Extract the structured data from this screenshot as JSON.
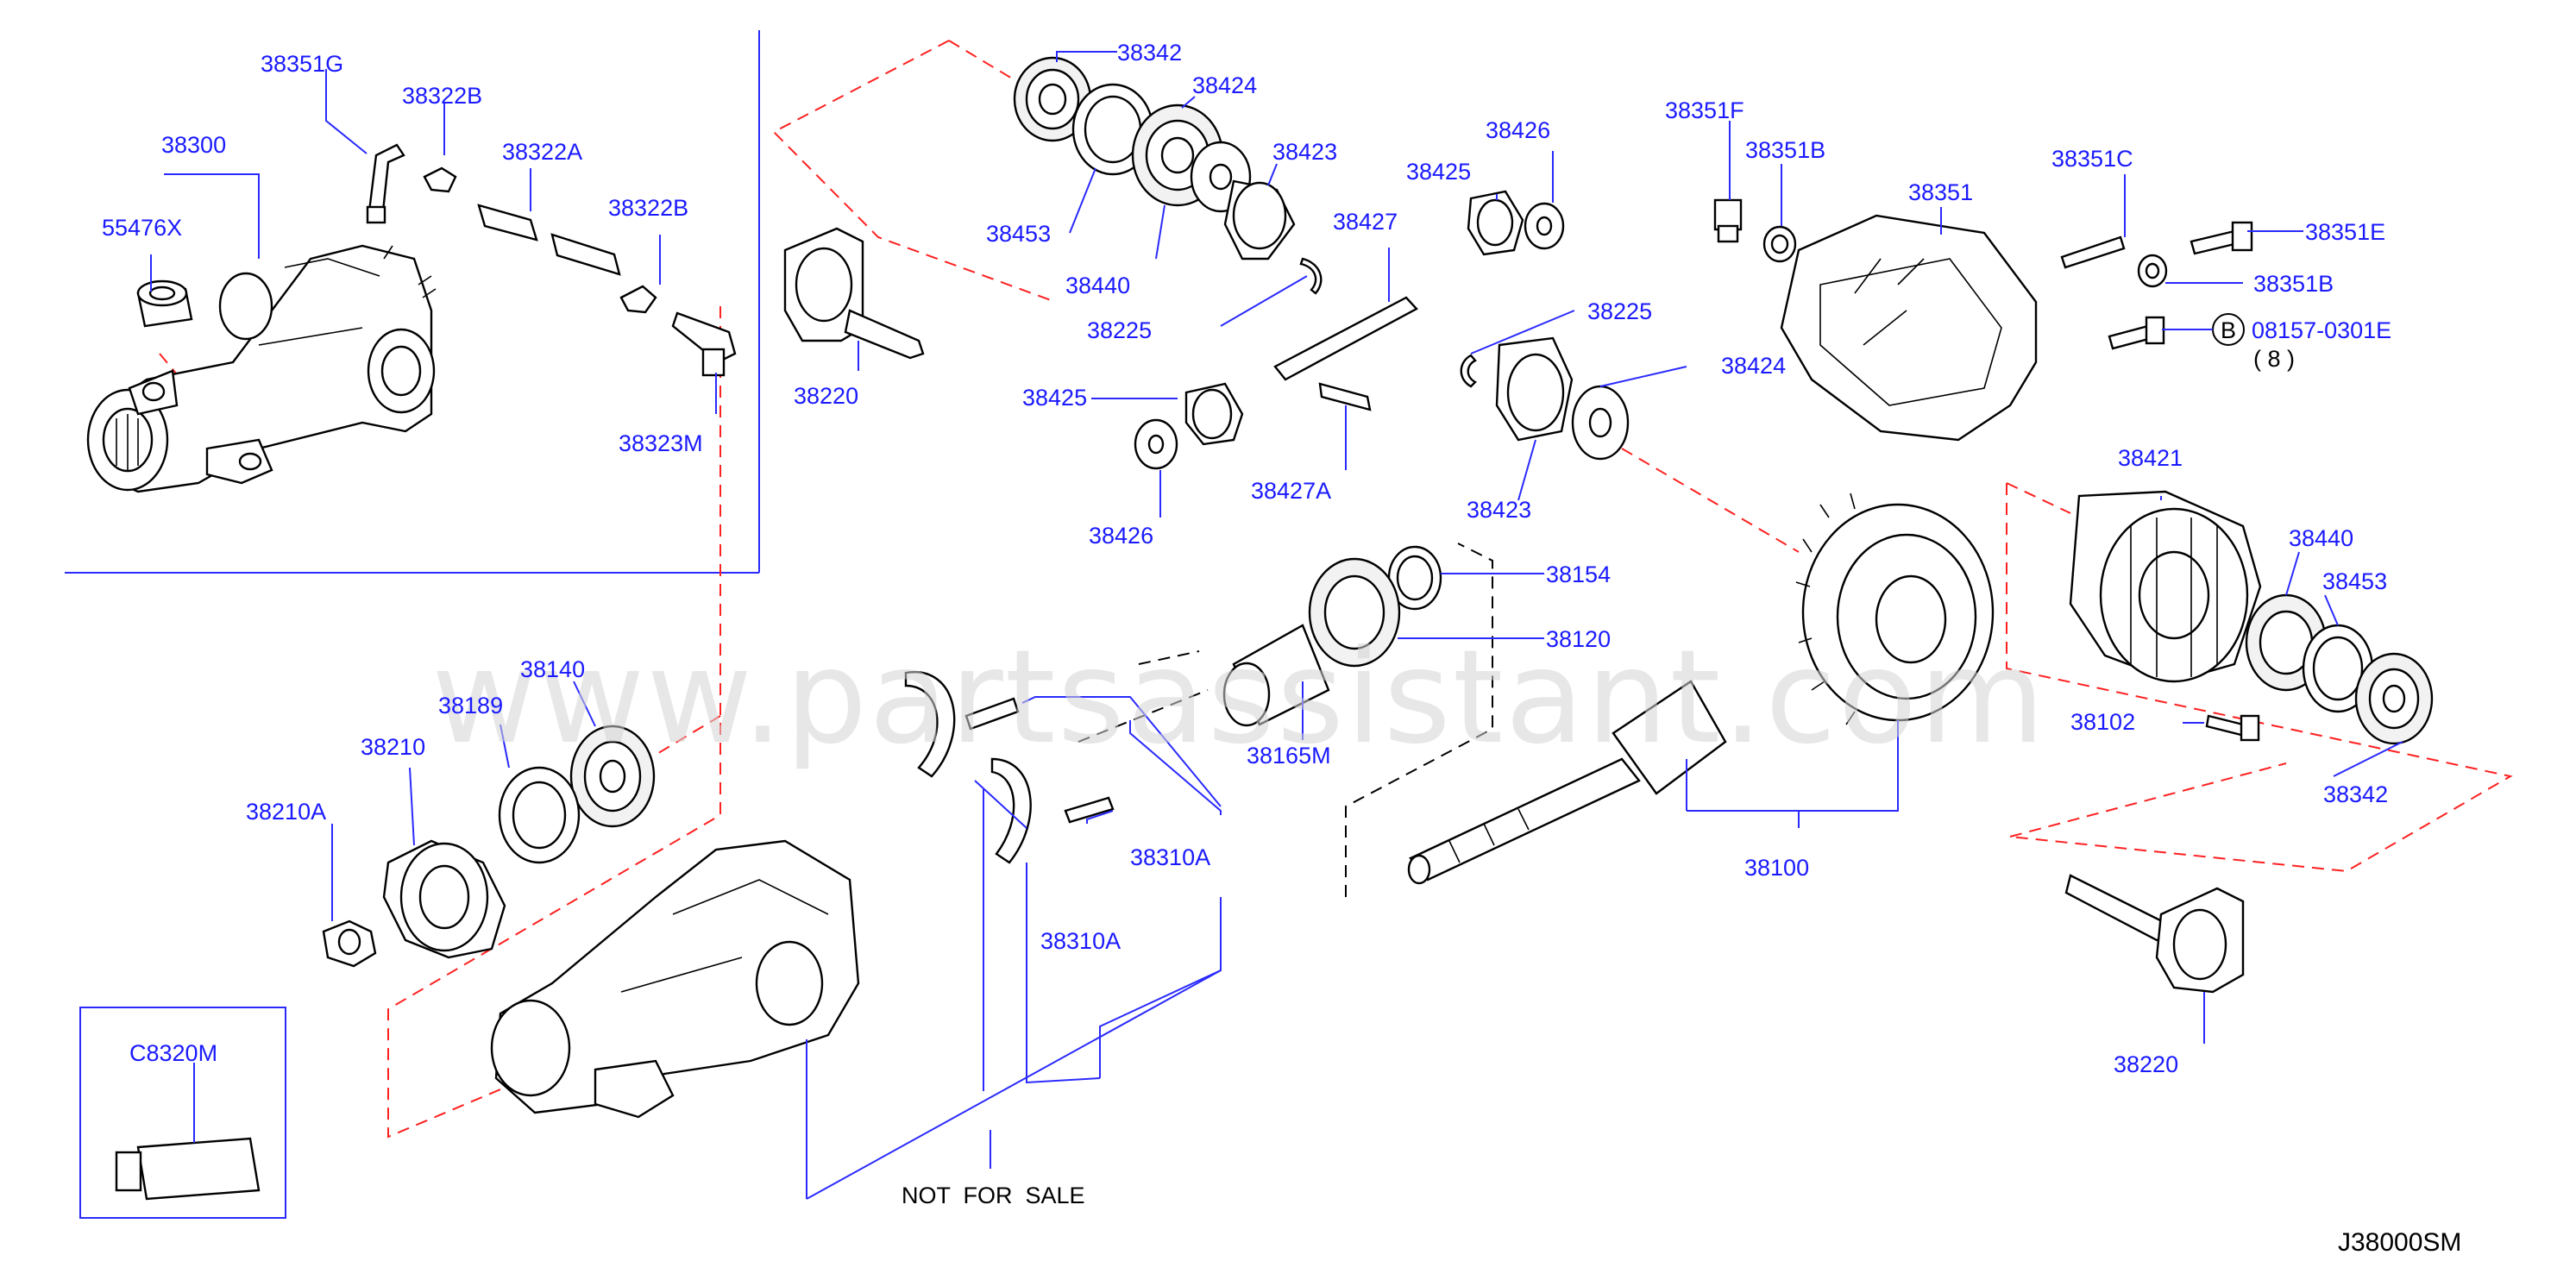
{
  "watermark": "www.partsassistant.com",
  "diagram_code": "J38000SM",
  "not_for_sale": "NOT  FOR  SALE",
  "parts": {
    "p38351G": "38351G",
    "p38322B_a": "38322B",
    "p38300": "38300",
    "p38322A": "38322A",
    "p55476X": "55476X",
    "p38322B_b": "38322B",
    "p38323M": "38323M",
    "p38342_a": "38342",
    "p38424_a": "38424",
    "p38423_a": "38423",
    "p38453_a": "38453",
    "p38440_a": "38440",
    "p38427": "38427",
    "p38225_a": "38225",
    "p38220_a": "38220",
    "p38425_a": "38425",
    "p38426_a": "38426",
    "p38427A": "38427A",
    "p38426_b": "38426",
    "p38425_b": "38425",
    "p38225_b": "38225",
    "p38424_b": "38424",
    "p38423_b": "38423",
    "p38351F": "38351F",
    "p38351B_a": "38351B",
    "p38351": "38351",
    "p38351C": "38351C",
    "p38351E": "38351E",
    "p38351B_b": "38351B",
    "bolt_code": "08157-0301E",
    "bolt_qty": "( 8 )",
    "bolt_badge": "B",
    "p38421": "38421",
    "p38440_b": "38440",
    "p38453_b": "38453",
    "p38102": "38102",
    "p38342_b": "38342",
    "p38154": "38154",
    "p38120": "38120",
    "p38165M": "38165M",
    "p38140": "38140",
    "p38189": "38189",
    "p38210": "38210",
    "p38210A": "38210A",
    "p38310A_a": "38310A",
    "p38310A_b": "38310A",
    "p38100": "38100",
    "p38220_b": "38220",
    "pC8320M": "C8320M"
  }
}
